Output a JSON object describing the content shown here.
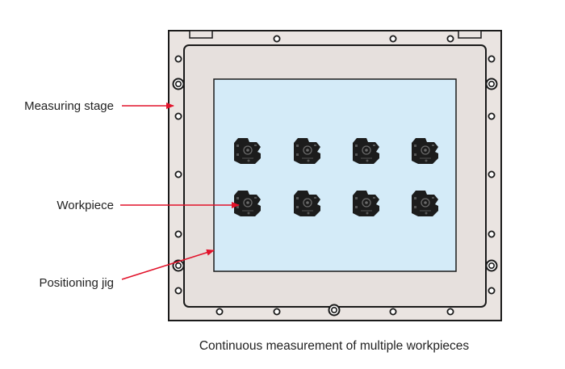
{
  "labels": {
    "stage": "Measuring stage",
    "workpiece": "Workpiece",
    "jig": "Positioning jig"
  },
  "caption": "Continuous measurement of multiple workpieces",
  "workpieces": {
    "rows": 2,
    "columns": 4
  },
  "colors": {
    "plate_outer": "#eae4e1",
    "plate_inner": "#e6e0dd",
    "jig_fill": "#d4ebf8",
    "workpiece": "#1c1c1c",
    "arrow": "#e2122a",
    "outline": "#1a1a1a"
  },
  "icons": {
    "hole": "mounting-hole-icon",
    "arrowhead": "arrowhead-icon"
  }
}
